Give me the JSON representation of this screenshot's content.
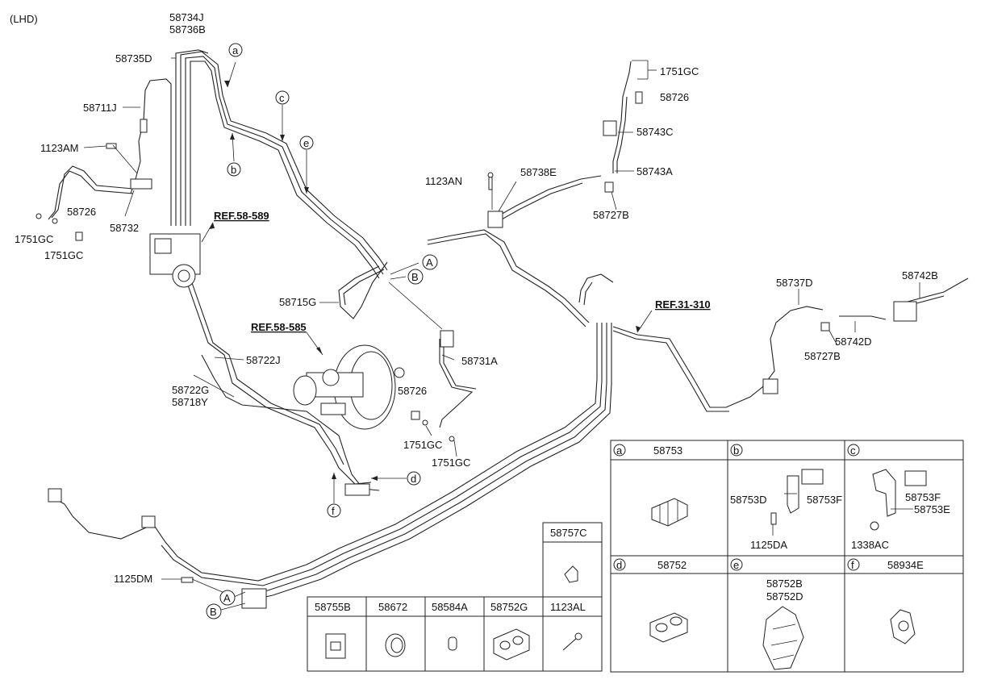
{
  "header": {
    "note": "(LHD)"
  },
  "refs": {
    "r1": "REF.58-589",
    "r2": "REF.58-585",
    "r3": "REF.31-310"
  },
  "labels": {
    "l58734J": "58734J",
    "l58736B": "58736B",
    "l58735D": "58735D",
    "l58711J": "58711J",
    "l1123AM": "1123AM",
    "l58726a": "58726",
    "l58732": "58732",
    "l1751GCa": "1751GC",
    "l1751GCb": "1751GC",
    "l58715G": "58715G",
    "l58722J": "58722J",
    "l58722G": "58722G",
    "l58718Y": "58718Y",
    "l58731A": "58731A",
    "l58726b": "58726",
    "l1751GCc": "1751GC",
    "l1751GCd": "1751GC",
    "l1123AN": "1123AN",
    "l58738E": "58738E",
    "l1751GCe": "1751GC",
    "l58726c": "58726",
    "l58743C": "58743C",
    "l58743A": "58743A",
    "l58727Ba": "58727B",
    "l58737D": "58737D",
    "l58742B": "58742B",
    "l58742D": "58742D",
    "l58727Bb": "58727B",
    "l1125DM": "1125DM"
  },
  "callouts": {
    "a": "a",
    "b": "b",
    "c": "c",
    "d": "d",
    "e": "e",
    "f": "f",
    "A": "A",
    "B": "B"
  },
  "right_table": {
    "a_code": "58753",
    "b_codes": [
      "58753D",
      "58753F",
      "1125DA"
    ],
    "c_codes": [
      "58753F",
      "58753E",
      "1338AC"
    ],
    "d_code": "58752",
    "e_codes": [
      "58752B",
      "58752D"
    ],
    "f_code": "58934E"
  },
  "bottom_table": {
    "single": "58757C",
    "headers": [
      "58755B",
      "58672",
      "58584A",
      "58752G",
      "1123AL"
    ]
  }
}
